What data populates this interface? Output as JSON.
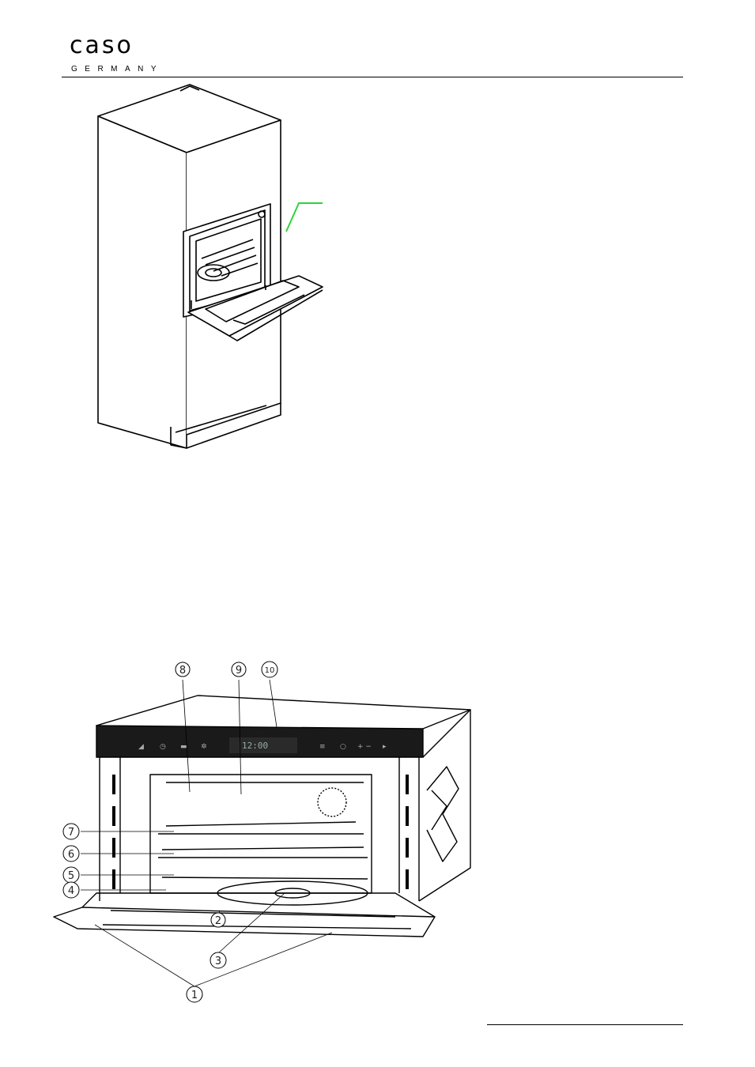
{
  "header": {
    "logo_word": "caso",
    "logo_sub": "GERMANY"
  },
  "oven_display": {
    "time": "12:00"
  },
  "callouts": [
    "1",
    "2",
    "3",
    "4",
    "5",
    "6",
    "7",
    "8",
    "9",
    "10"
  ],
  "colors": {
    "accent_line": "#2bd43a",
    "panel": "#1a1a1a"
  }
}
